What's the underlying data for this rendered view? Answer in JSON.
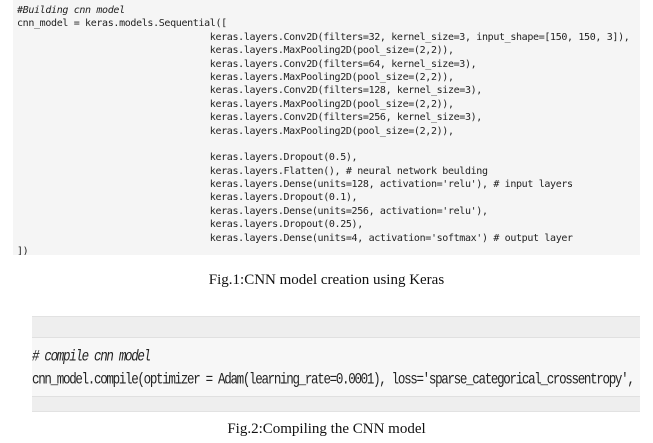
{
  "figure1": {
    "code_lines": [
      "#Building cnn model",
      "cnn_model = keras.models.Sequential([",
      "                                  keras.layers.Conv2D(filters=32, kernel_size=3, input_shape=[150, 150, 3]),",
      "                                  keras.layers.MaxPooling2D(pool_size=(2,2)),",
      "                                  keras.layers.Conv2D(filters=64, kernel_size=3),",
      "                                  keras.layers.MaxPooling2D(pool_size=(2,2)),",
      "                                  keras.layers.Conv2D(filters=128, kernel_size=3),",
      "                                  keras.layers.MaxPooling2D(pool_size=(2,2)),",
      "                                  keras.layers.Conv2D(filters=256, kernel_size=3),",
      "                                  keras.layers.MaxPooling2D(pool_size=(2,2)),",
      "",
      "                                  keras.layers.Dropout(0.5),",
      "                                  keras.layers.Flatten(), # neural network beulding",
      "                                  keras.layers.Dense(units=128, activation='relu'), # input layers",
      "                                  keras.layers.Dropout(0.1),",
      "                                  keras.layers.Dense(units=256, activation='relu'),",
      "                                  keras.layers.Dropout(0.25),",
      "                                  keras.layers.Dense(units=4, activation='softmax') # output layer",
      "])"
    ],
    "caption": "Fig.1:CNN model creation using Keras"
  },
  "figure2": {
    "code_lines": [
      "# compile cnn model",
      "cnn_model.compile(optimizer = Adam(learning_rate=0.0001), loss='sparse_categorical_crossentropy', metrics=['accuracy'])"
    ],
    "caption": "Fig.2:Compiling the CNN model"
  }
}
